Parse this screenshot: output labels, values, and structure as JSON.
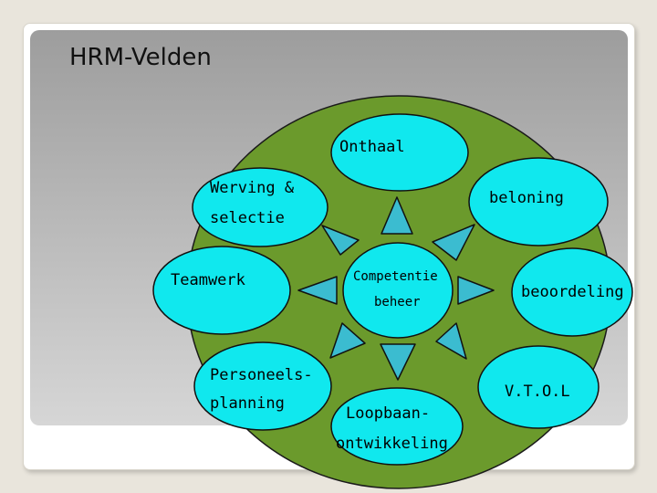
{
  "slide": {
    "title": "HRM-Velden"
  },
  "diagram": {
    "center": {
      "line1": "Competentie",
      "line2": "beheer"
    },
    "nodes": {
      "onthaal": "Onthaal",
      "werving_line1": "Werving &",
      "werving_line2": "selectie",
      "beloning": "beloning",
      "teamwerk": "Teamwerk",
      "beoordeling": "beoordeling",
      "personeels_line1": "Personeels-",
      "personeels_line2": "planning",
      "vtol": "V.T.O.L",
      "loopbaan_line1": "Loopbaan-",
      "loopbaan_line2": "ontwikkeling"
    },
    "colors": {
      "background_circle": "#6b9a2c",
      "node_fill": "#10e8ee",
      "arrow_fill": "#3bbcd0",
      "outline": "#111111"
    }
  }
}
